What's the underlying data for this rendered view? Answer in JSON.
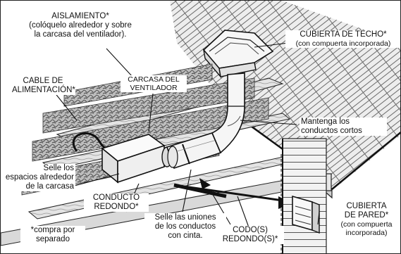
{
  "diagram": {
    "labels": {
      "aislamiento": "AISLAMIENTO*",
      "aislamiento_note_1": "(colóquelo alrededor y sobre",
      "aislamiento_note_2": "la carcasa del ventilador).",
      "cubierta_techo": "CUBIERTA DE TECHO*",
      "cubierta_techo_note": "(con compuerta incorporada)",
      "cable_1": "CABLE DE",
      "cable_2": "ALIMENTACIÓN*",
      "carcasa_1": "CARCASA DEL",
      "carcasa_2": "VENTILADOR",
      "mantenga_1": "Mantenga los",
      "mantenga_2": "conductos cortos",
      "selle_espacios_1": "Selle los",
      "selle_espacios_2": "espacios alrededor",
      "selle_espacios_3": "de la carcasa",
      "conducto_1": "CONDUCTO",
      "conducto_2": "REDONDO*",
      "selle_uniones_1": "Selle las uniones",
      "selle_uniones_2": "de los conductos",
      "selle_uniones_3": "con cinta.",
      "codo_1": "CODO(S)",
      "codo_2": "REDONDO(S)*",
      "cubierta_pared_1": "CUBIERTA",
      "cubierta_pared_2": "DE PARED*",
      "cubierta_pared_3": "(con compuerta",
      "cubierta_pared_4": "incorporada)",
      "compra_1": "*compra por",
      "compra_2": "separado"
    }
  }
}
